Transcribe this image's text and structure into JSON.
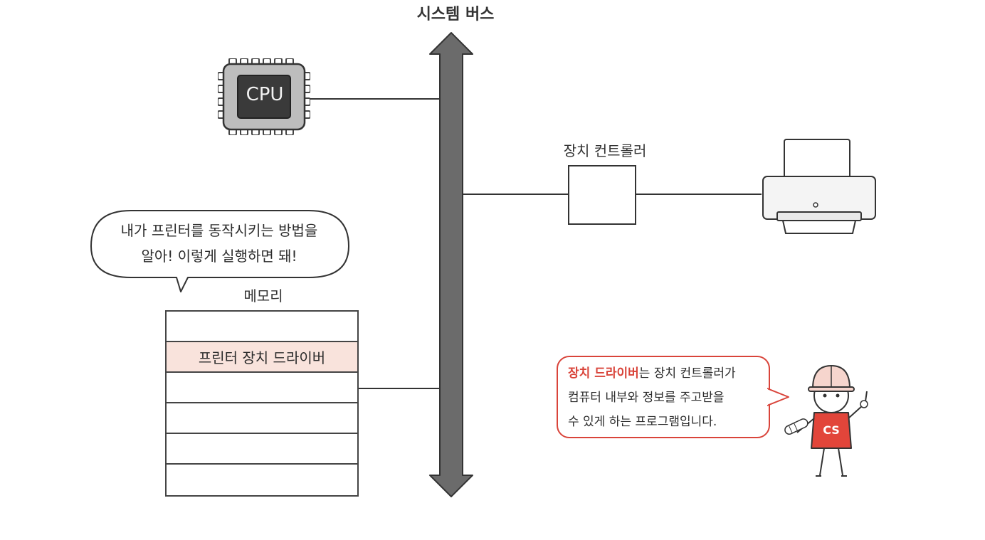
{
  "title": "시스템 버스",
  "cpu": {
    "label": "CPU",
    "icon": "cpu-chip-icon"
  },
  "controller": {
    "label": "장치 컨트롤러"
  },
  "printer": {
    "icon": "printer-icon"
  },
  "speech_bubble": {
    "lines": [
      "내가 프린터를 동작시키는 방법을",
      "알아! 이렇게 실행하면 돼!"
    ]
  },
  "memory": {
    "label": "메모리",
    "rows": [
      "",
      "프린터 장치 드라이버",
      "",
      "",
      "",
      ""
    ],
    "highlight_row": 1
  },
  "callout": {
    "highlight": "장치 드라이버",
    "line1_rest": "는 장치 컨트롤러가",
    "line2": "컴퓨터 내부와 정보를 주고받을",
    "line3": "수 있게 하는 프로그램입니다."
  },
  "mascot": {
    "shirt_label": "CS",
    "icon": "cs-mascot-icon"
  },
  "colors": {
    "accent": "#d9443a",
    "highlight_bg": "#f9e3dc",
    "bus": "#6b6b6b",
    "line": "#333333"
  }
}
